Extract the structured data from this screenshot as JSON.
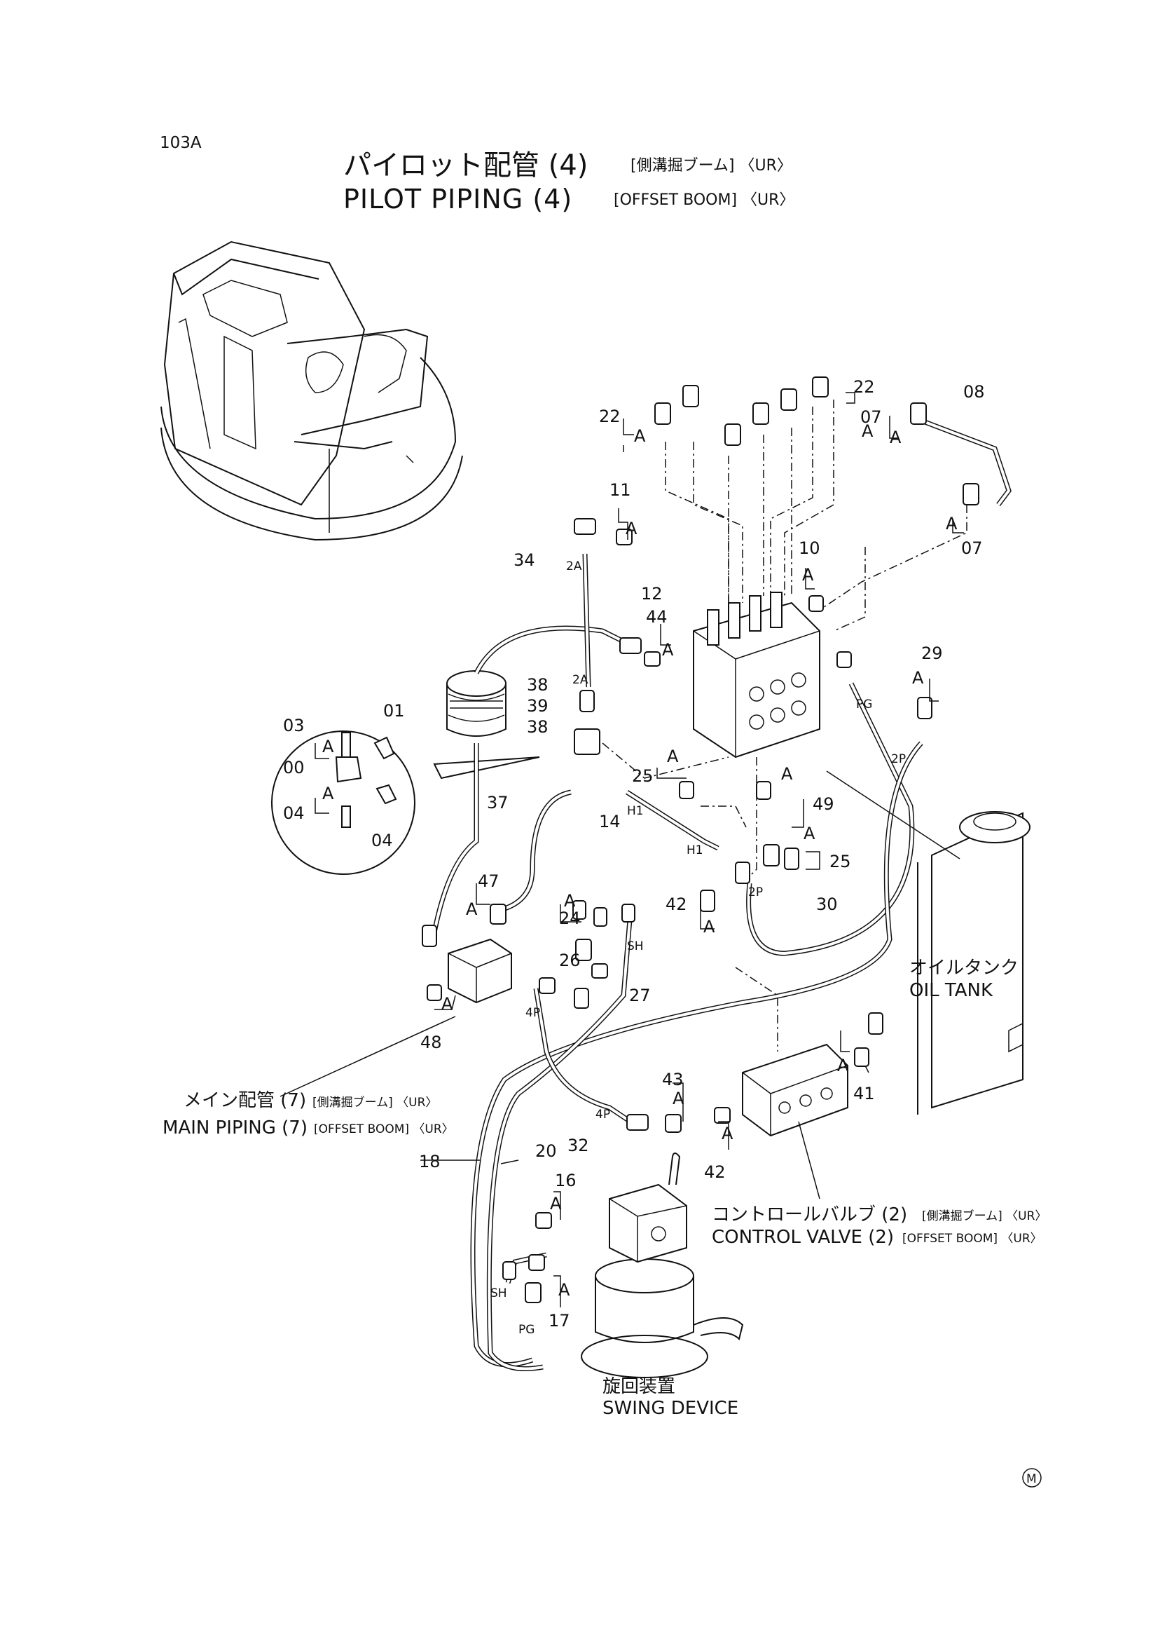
{
  "page_number": "103A",
  "title_ja": "パイロット配管 (4)",
  "title_ja_sub": "[側溝掘ブーム] 〈UR〉",
  "title_en": "PILOT PIPING (4)",
  "title_en_sub": "[OFFSET BOOM] 〈UR〉",
  "callouts": {
    "main_piping_ja": "メイン配管 (7)",
    "main_piping_ja_sub": "[側溝掘ブーム] 〈UR〉",
    "main_piping_en": "MAIN PIPING (7)",
    "main_piping_en_sub": "[OFFSET BOOM] 〈UR〉",
    "control_valve_ja": "コントロールバルブ (2)",
    "control_valve_ja_sub": "[側溝掘ブーム] 〈UR〉",
    "control_valve_en": "CONTROL VALVE (2)",
    "control_valve_en_sub": "[OFFSET BOOM] 〈UR〉",
    "oil_tank_ja": "オイルタンク",
    "oil_tank_en": "OIL TANK",
    "swing_ja": "旋回装置",
    "swing_en": "SWING DEVICE"
  },
  "part_numbers": [
    "00",
    "01",
    "03",
    "04",
    "04",
    "07",
    "07",
    "08",
    "10",
    "11",
    "12",
    "14",
    "16",
    "17",
    "18",
    "20",
    "22",
    "22",
    "24",
    "25",
    "25",
    "26",
    "27",
    "29",
    "30",
    "32",
    "34",
    "37",
    "38",
    "38",
    "39",
    "41",
    "42",
    "42",
    "43",
    "44",
    "47",
    "48",
    "49"
  ],
  "port_labels": [
    "2A",
    "2A",
    "PG",
    "2P",
    "H1",
    "H1",
    "2P",
    "SH",
    "4P",
    "4P",
    "SH",
    "PG"
  ],
  "detail_marker": "A",
  "logo_mark": "M"
}
